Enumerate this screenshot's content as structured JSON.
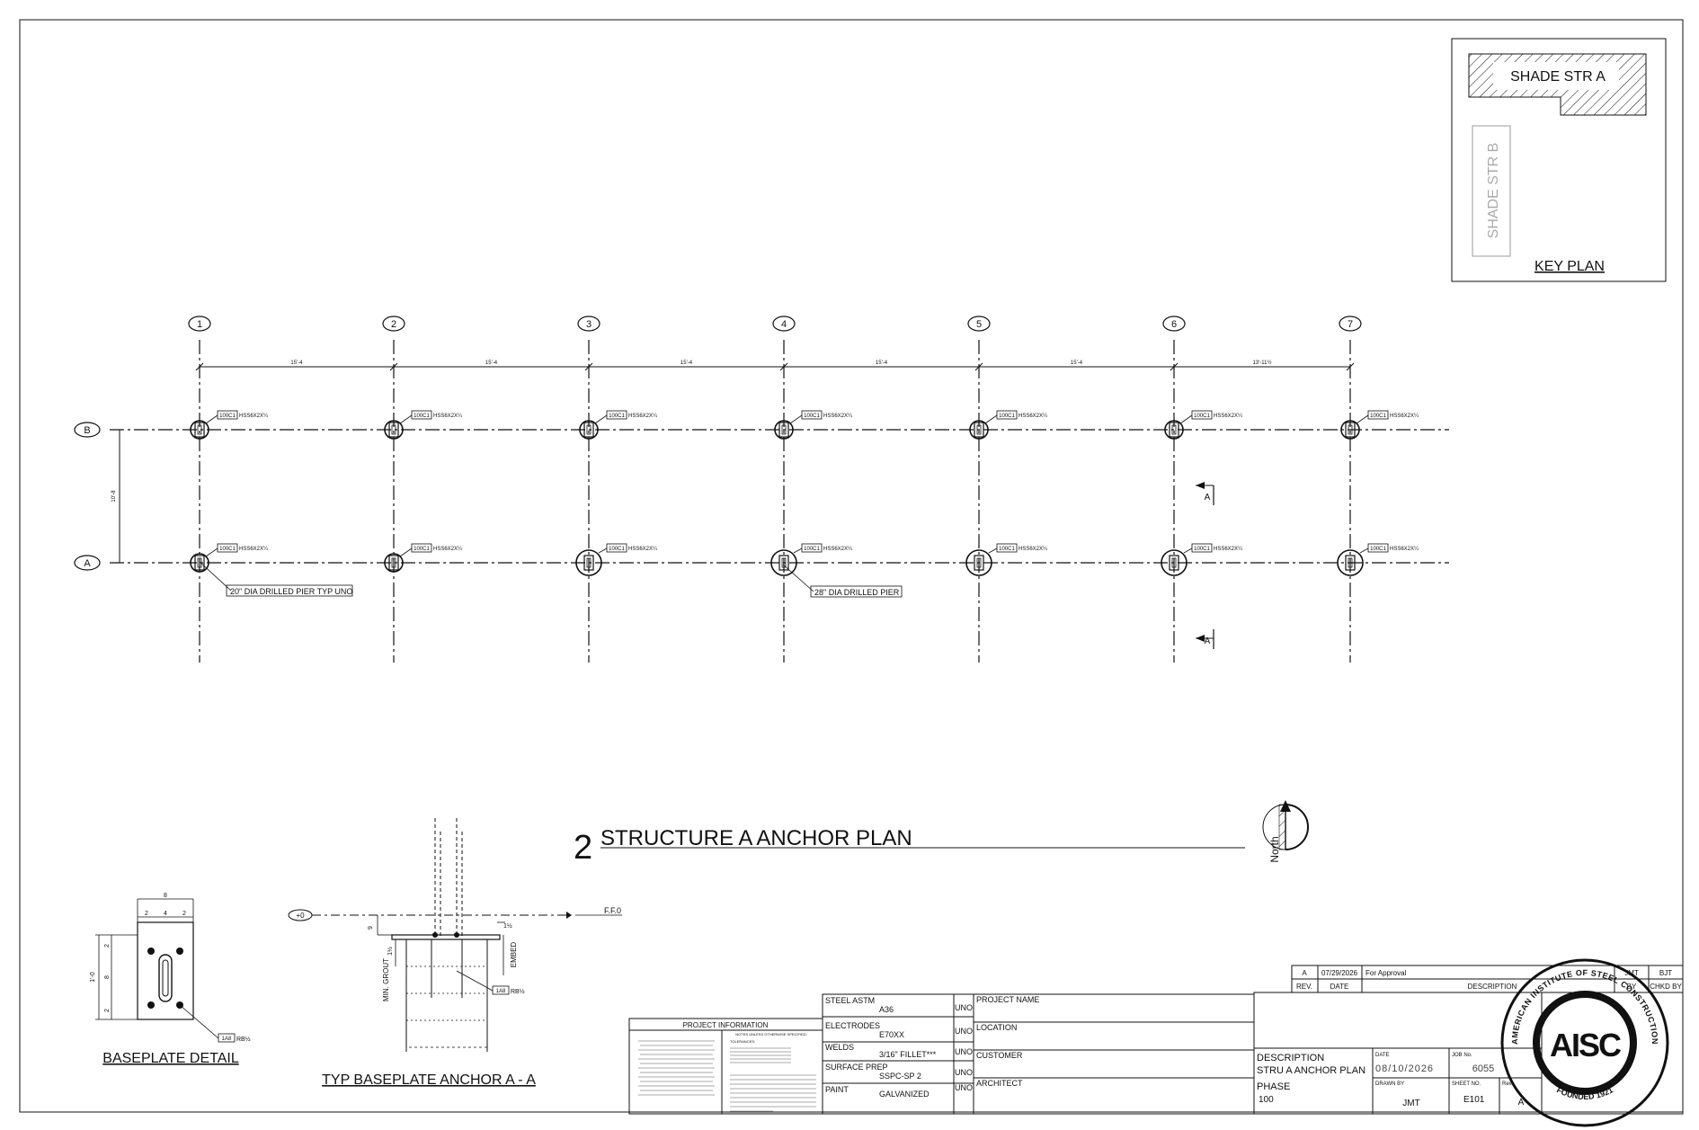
{
  "key_plan": {
    "title": "KEY PLAN",
    "str_a": "SHADE STR A",
    "str_b": "SHADE STR B"
  },
  "plan": {
    "grid_columns": [
      "1",
      "2",
      "3",
      "4",
      "5",
      "6",
      "7"
    ],
    "grid_rows": [
      "B",
      "A"
    ],
    "spacings": [
      "15'-4",
      "15'-4",
      "15'-4",
      "15'-4",
      "15'-4",
      "13'-11½"
    ],
    "row_spacing": "10'-8",
    "tag": "100C1",
    "member": "HSS6X2X¼",
    "note_pier_typ": "20\" DIA DRILLED PIER TYP UNO",
    "note_pier_28": "28\" DIA DRILLED PIER",
    "section_mark": "A",
    "title_number": "2",
    "title": "STRUCTURE A ANCHOR PLAN",
    "north": "North"
  },
  "baseplate_detail": {
    "title": "BASEPLATE DETAIL",
    "width": "8",
    "dims_top": [
      "2",
      "4",
      "2"
    ],
    "height": "1'-0",
    "dims_side": [
      "2",
      "8",
      "2"
    ],
    "tag": "1A8",
    "plate": "RB½"
  },
  "anchor_section": {
    "title": "TYP BASEPLATE ANCHOR A - A",
    "elev": "+0",
    "ff": "F.F.0",
    "grout": "MIN. GROUT",
    "grout_dim": "1½",
    "embed": "EMBED",
    "embed_dim": "1½",
    "top_dim": "9",
    "tag": "1A8",
    "plate": "RB½"
  },
  "project_info": {
    "title": "PROJECT INFORMATION",
    "notes_header": "NOTES UNLESS OTHERWISE SPECIFIED:",
    "tolerances": "TOLERANCES:"
  },
  "specs": [
    {
      "label": "STEEL ASTM",
      "value": "A36",
      "uno": "UNO"
    },
    {
      "label": "ELECTRODES",
      "value": "E70XX",
      "uno": "UNO"
    },
    {
      "label": "WELDS",
      "value": "3/16\" FILLET***",
      "uno": "UNO"
    },
    {
      "label": "SURFACE PREP",
      "value": "SSPC-SP 2",
      "uno": "UNO"
    },
    {
      "label": "PAINT",
      "value": "GALVANIZED",
      "uno": "UNO"
    }
  ],
  "project_fields": [
    "PROJECT NAME",
    "LOCATION",
    "CUSTOMER",
    "ARCHITECT"
  ],
  "revisions": {
    "rows": [
      {
        "rev": "A",
        "date": "07/29/2026",
        "description": "For Approval",
        "by": "JMT",
        "chkd": "BJT"
      }
    ],
    "headers": {
      "rev": "REV.",
      "date": "DATE",
      "description": "DESCRIPTION",
      "by": "BY",
      "chkd": "CHKD BY"
    }
  },
  "title_block": {
    "description_label": "DESCRIPTION",
    "description": "STRU A ANCHOR PLAN",
    "phase_label": "PHASE",
    "phase": "100",
    "date_label": "DATE",
    "date": "08/10/2026",
    "job_label": "JOB No.",
    "job": "6055",
    "drawn_label": "DRAWN BY",
    "drawn": "JMT",
    "sheet_label": "SHEET NO.",
    "sheet": "E101",
    "rev_label": "Rev.",
    "rev": "A"
  },
  "seal": {
    "top_text": "AMERICAN INSTITUTE OF STEEL CONSTRUCTION",
    "bottom_text": "FOUNDED 1921",
    "letters": "AISC"
  },
  "colors": {
    "ink": "#111111",
    "paper": "#ffffff",
    "faded": "#aaaaaa"
  }
}
